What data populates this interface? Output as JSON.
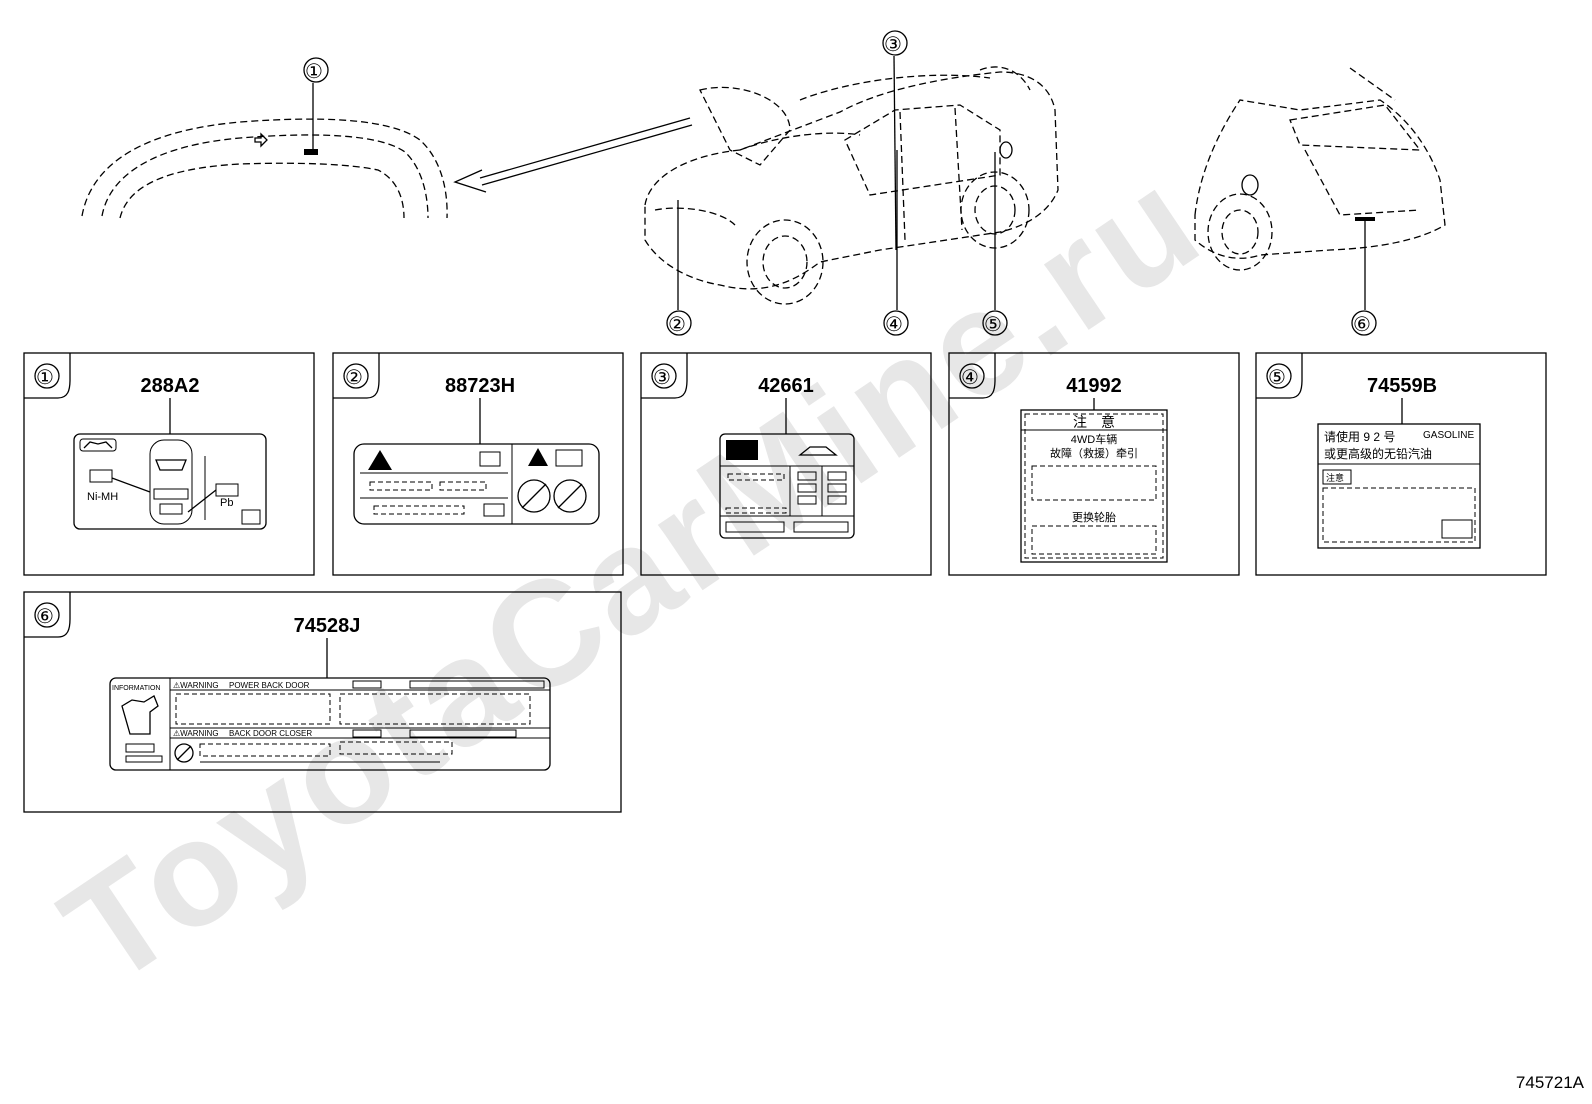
{
  "diagram": {
    "id": "745721A",
    "watermark": "ToyotaCarMine.ru",
    "callouts": [
      "①",
      "②",
      "③",
      "④",
      "⑤",
      "⑥"
    ],
    "panels": [
      {
        "callout": "①",
        "part_number": "288A2",
        "label_texts": [
          "Ni-MH",
          "Pb"
        ]
      },
      {
        "callout": "②",
        "part_number": "88723H"
      },
      {
        "callout": "③",
        "part_number": "42661"
      },
      {
        "callout": "④",
        "part_number": "41992",
        "label_texts": [
          "注　意",
          "4WD车辆",
          "故障（救援）牵引",
          "更换轮胎"
        ]
      },
      {
        "callout": "⑤",
        "part_number": "74559B",
        "label_texts": [
          "请使用 9 2 号",
          "GASOLINE",
          "或更高级的无铅汽油",
          "注意"
        ]
      },
      {
        "callout": "⑥",
        "part_number": "74528J",
        "label_texts": [
          "INFORMATION",
          "⚠WARNING",
          "POWER BACK DOOR",
          "⚠WARNING",
          "BACK DOOR CLOSER"
        ]
      }
    ]
  }
}
